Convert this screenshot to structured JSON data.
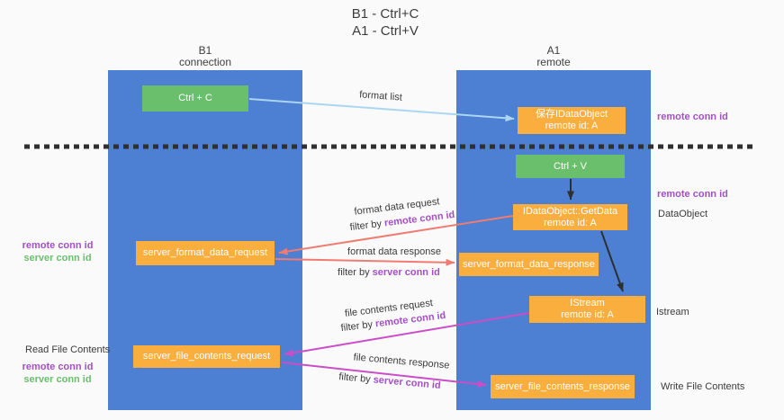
{
  "title": {
    "line1": "B1 - Ctrl+C",
    "line2": "A1 - Ctrl+V"
  },
  "lifelines": {
    "left": {
      "title": "B1",
      "subtitle": "connection"
    },
    "right": {
      "title": "A1",
      "subtitle": "remote"
    }
  },
  "nodes": {
    "ctrl_c": {
      "label": "Ctrl + C"
    },
    "save_dataobject": {
      "line1": "保存IDataObject",
      "line2": "remote id: A"
    },
    "ctrl_v": {
      "label": "Ctrl + V"
    },
    "getdata": {
      "line1": "IDataObject::GetData",
      "line2": "remote id: A"
    },
    "format_request": {
      "label": "server_format_data_request"
    },
    "format_response": {
      "label": "server_format_data_response"
    },
    "istream": {
      "line1": "IStream",
      "line2": "remote id: A"
    },
    "file_request": {
      "label": "server_file_contents_request"
    },
    "file_response": {
      "label": "server_file_contents_response"
    }
  },
  "edge_labels": {
    "format_list": "format list",
    "format_data_request": "format data request",
    "filter_by_remote_1": {
      "prefix": "filter by ",
      "key": "remote conn id"
    },
    "format_data_response": "format data response",
    "filter_by_server_1": {
      "prefix": "filter by ",
      "key": "server conn id"
    },
    "file_contents_request": "file contents request",
    "filter_by_remote_2": {
      "prefix": "filter by ",
      "key": "remote conn id"
    },
    "file_contents_response": "file contents response",
    "filter_by_server_2": {
      "prefix": "filter by ",
      "key": "server conn id"
    }
  },
  "side_labels": {
    "right_remote_conn_1": "remote conn id",
    "right_remote_conn_2": "remote conn id",
    "right_dataobject": "DataObject",
    "right_istream": "Istream",
    "right_write_file": "Write File Contents",
    "left_remote_conn_1": "remote conn id",
    "left_server_conn_1": "server conn id",
    "left_read_file": "Read File Contents",
    "left_remote_conn_2": "remote conn id",
    "left_server_conn_2": "server conn id"
  },
  "colors": {
    "background": "#fafafa",
    "lifeline_blue": "#4d7fd2",
    "box_green": "#6abf6d",
    "box_orange": "#f9ae3d",
    "purple_text": "#a44fc6",
    "green_text": "#6abf6d",
    "arrow_salmon": "#ee7c70",
    "arrow_magenta": "#cb4dc8",
    "arrow_lightblue": "#abd6f2",
    "arrow_black": "#2f2f2f"
  }
}
